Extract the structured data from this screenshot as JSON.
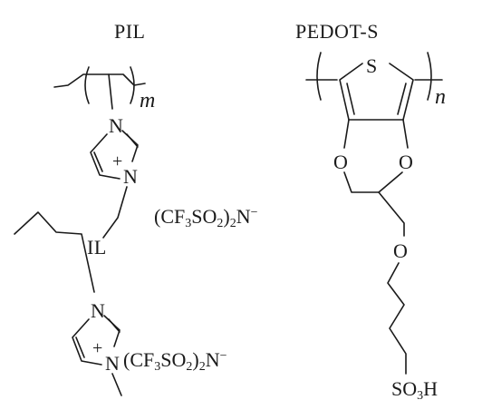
{
  "labels": {
    "pil_title": "PIL",
    "pedot_title": "PEDOT-S",
    "il_title": "IL",
    "m": "m",
    "n": "n",
    "nitrogen": "N",
    "sulfur": "S",
    "oxygen": "O",
    "plus": "+",
    "anion_a": "(CF",
    "anion_sub3": "3",
    "anion_b": "SO",
    "anion_sub2": "2",
    "anion_c": ")",
    "anion_d": "N",
    "anion_minus": "−",
    "so3h_a": "SO",
    "so3h_b": "H"
  },
  "colors": {
    "ink": "#1a1a1a",
    "background": "#ffffff"
  }
}
